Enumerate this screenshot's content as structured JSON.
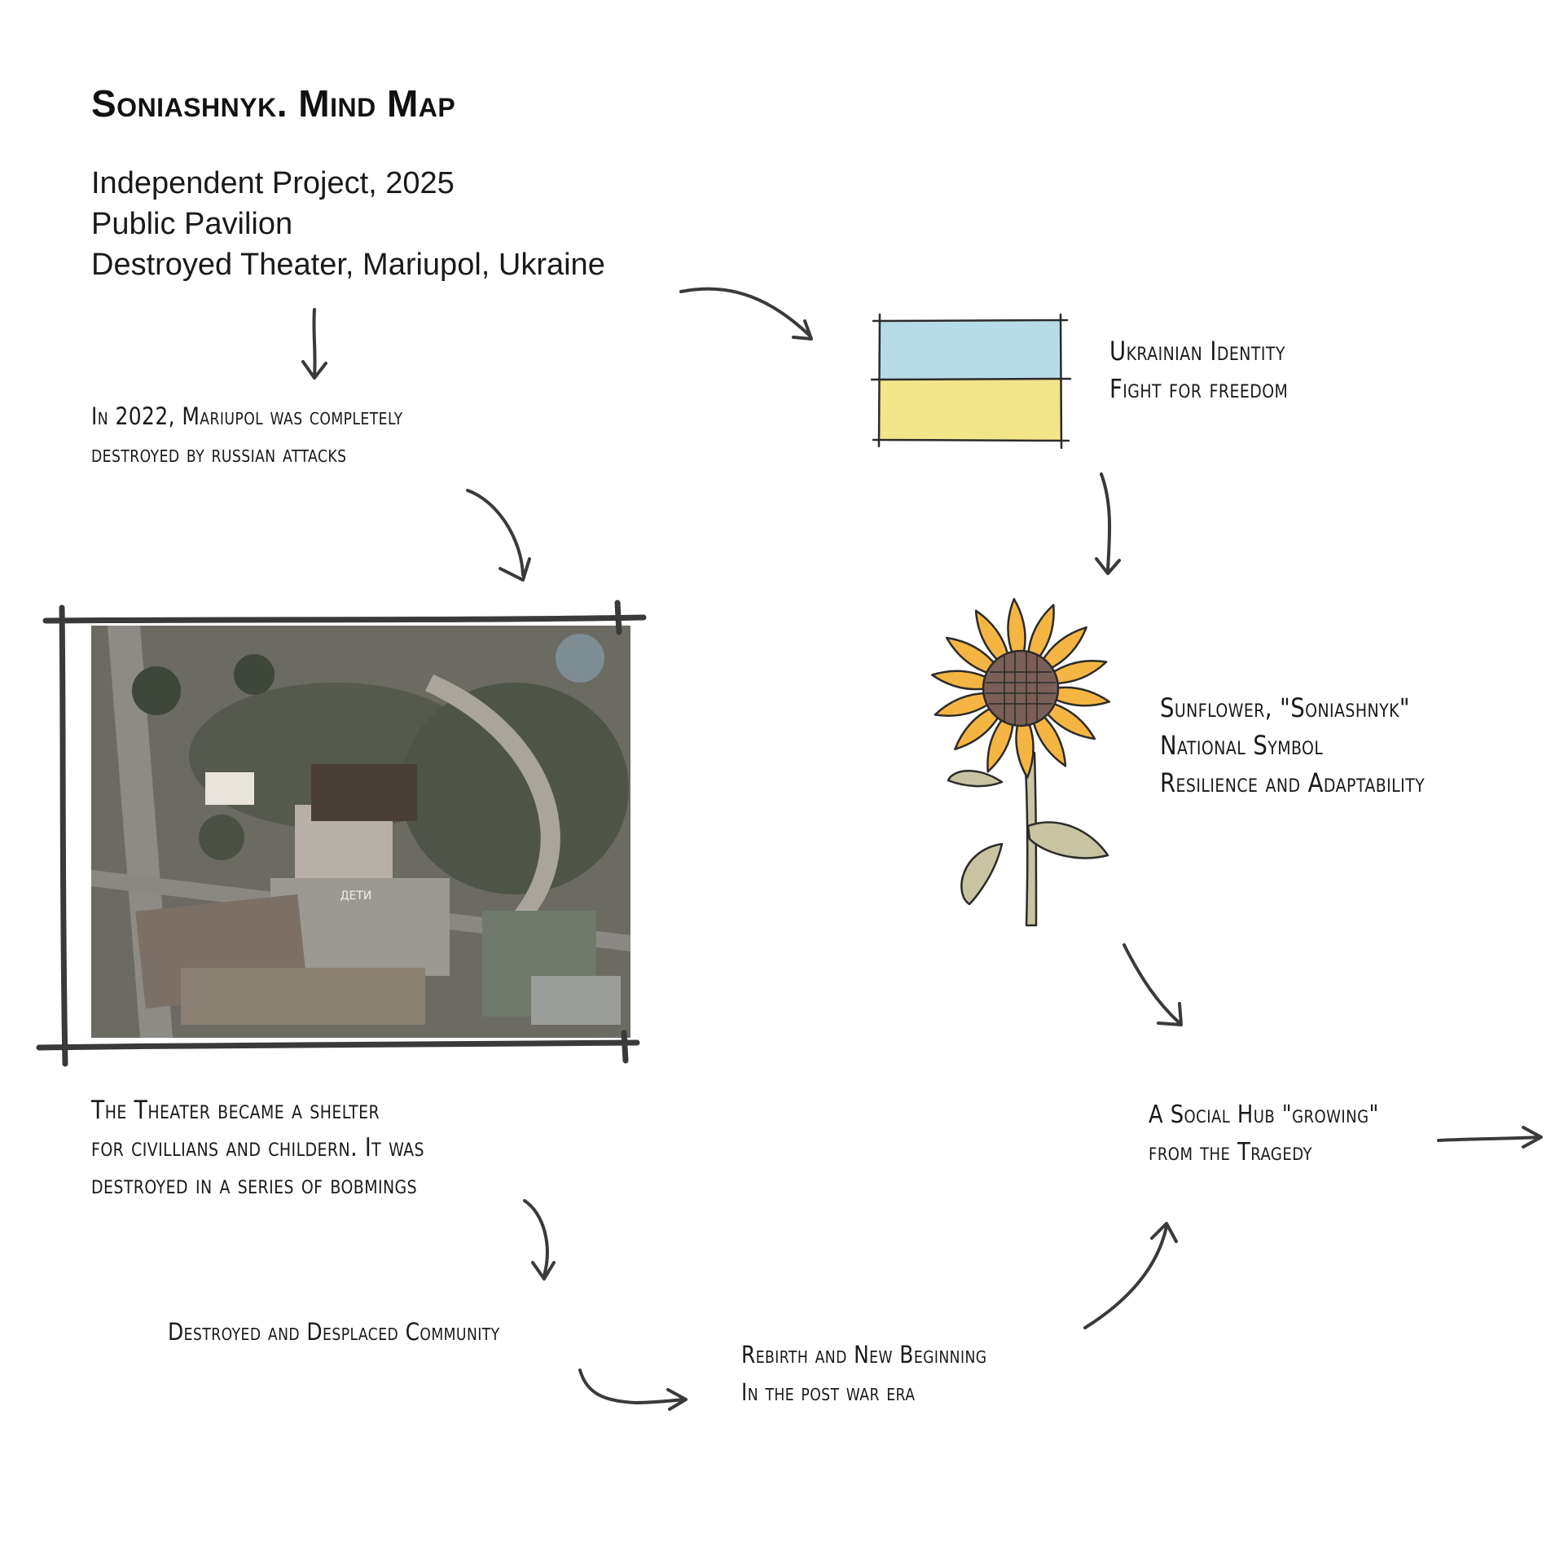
{
  "header": {
    "title": "Soniashnyk. Mind Map",
    "subtitle_lines": [
      "Independent Project, 2025",
      "Public Pavilion",
      "Destroyed Theater, Mariupol, Ukraine"
    ]
  },
  "nodes": {
    "mariupol": {
      "lines": [
        "In 2022, Mariupol was completely",
        "destroyed by russian attacks"
      ]
    },
    "identity": {
      "lines": [
        "Ukrainian Identity",
        "Fight for freedom"
      ]
    },
    "sunflower": {
      "lines": [
        "Sunflower, \"Soniashnyk\"",
        "National Symbol",
        "Resilience and Adaptability"
      ]
    },
    "theater": {
      "lines": [
        "The Theater became a shelter",
        "for civillians and childern. It was",
        "destroyed in a series of bobmings"
      ]
    },
    "community": {
      "lines": [
        "Destroyed and Desplaced Community"
      ]
    },
    "rebirth": {
      "lines": [
        "Rebirth and New Beginning",
        "In the post war era"
      ]
    },
    "hub": {
      "lines": [
        "A Social Hub \"growing\"",
        "from the Tragedy"
      ]
    }
  },
  "photo": {
    "painted_text": "ДЕТИ"
  },
  "colors": {
    "flag_blue": "#b8dbe9",
    "flag_yellow": "#f3e589",
    "petal": "#f5b543",
    "leaf": "#c8c3a1",
    "ink": "#3a3a3a"
  },
  "icons": [
    "arrow-icon",
    "ukrainian-flag-icon",
    "sunflower-icon"
  ]
}
